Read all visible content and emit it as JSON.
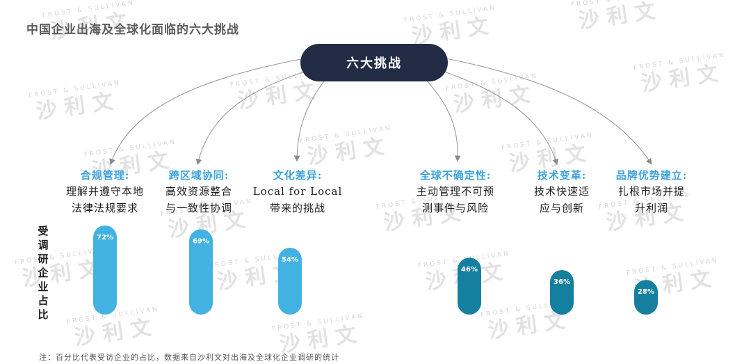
{
  "title": "中国企业出海及全球化面临的六大挑战",
  "center_label": "六大挑战",
  "ylabel": "受调研企业占比",
  "footnote": "注：百分比代表受访企业的占比，数据来自沙利文对出海及全球化企业调研的统计",
  "watermark": {
    "en": "FROST & SULLIVAN",
    "cn": "沙 利 文"
  },
  "colors": {
    "light": "#42b2e2",
    "dark": "#157fa0",
    "title_blue": "#3aa3dc",
    "pill": "#222c44"
  },
  "chart_data": {
    "type": "bar",
    "categories": [
      {
        "title": "合规管理:",
        "desc": [
          "理解并遵守本地",
          "法律法规要求"
        ]
      },
      {
        "title": "跨区域协同:",
        "desc": [
          "高效资源整合",
          "与一致性协调"
        ]
      },
      {
        "title": "文化差异:",
        "desc": [
          "Local for Local",
          "带来的挑战"
        ]
      },
      {
        "title": "全球不确定性:",
        "desc": [
          "主动管理不可预",
          "测事件与风险"
        ]
      },
      {
        "title": "技术变革:",
        "desc": [
          "技术快速适",
          "应与创新"
        ]
      },
      {
        "title": "品牌优势建立:",
        "desc": [
          "扎根市场并提",
          "升利润"
        ]
      }
    ],
    "values": [
      72,
      69,
      54,
      46,
      36,
      28
    ],
    "value_labels": [
      "72%",
      "69%",
      "54%",
      "46%",
      "36%",
      "28%"
    ],
    "unit": "%",
    "group_colors": [
      "light",
      "light",
      "light",
      "dark",
      "dark",
      "dark"
    ]
  }
}
